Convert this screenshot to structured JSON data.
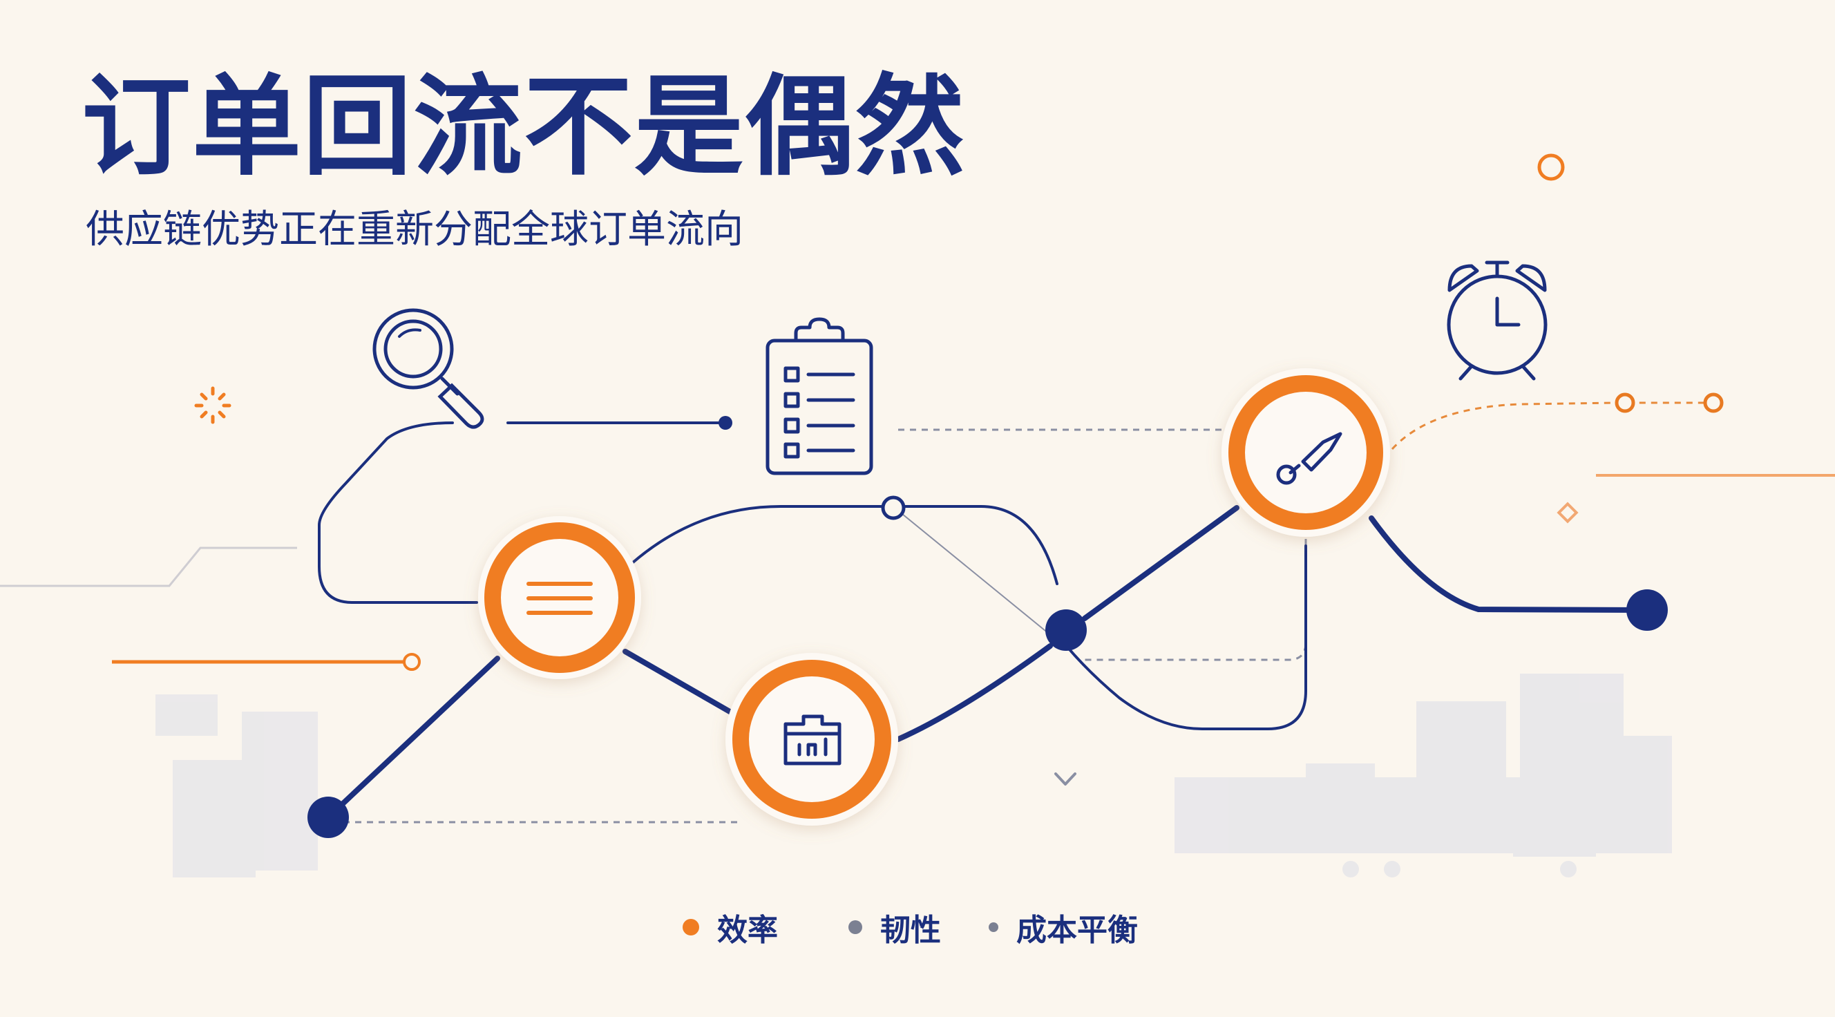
{
  "header": {
    "title": "订单回流不是偶然",
    "subtitle": "供应链优势正在重新分配全球订单流向"
  },
  "colors": {
    "navy": "#1b2f7e",
    "orange": "#f07d22",
    "background": "#fbf6ee",
    "gray": "#7b8092",
    "light_gray": "#e9e8ea"
  },
  "icons": {
    "magnifier": "magnifier-icon",
    "clipboard": "clipboard-checklist-icon",
    "alarm_clock": "alarm-clock-icon",
    "list_lines": "list-lines-icon",
    "folder": "folder-chart-icon",
    "rocket": "rocket-icon",
    "sparkle": "sparkle-icon",
    "chevron": "chevron-down-icon"
  },
  "legend": [
    {
      "label": "效率",
      "color": "#f07d22"
    },
    {
      "label": "韧性",
      "color": "#7b8092"
    },
    {
      "label": "成本平衡",
      "color": "#7b8092"
    }
  ]
}
